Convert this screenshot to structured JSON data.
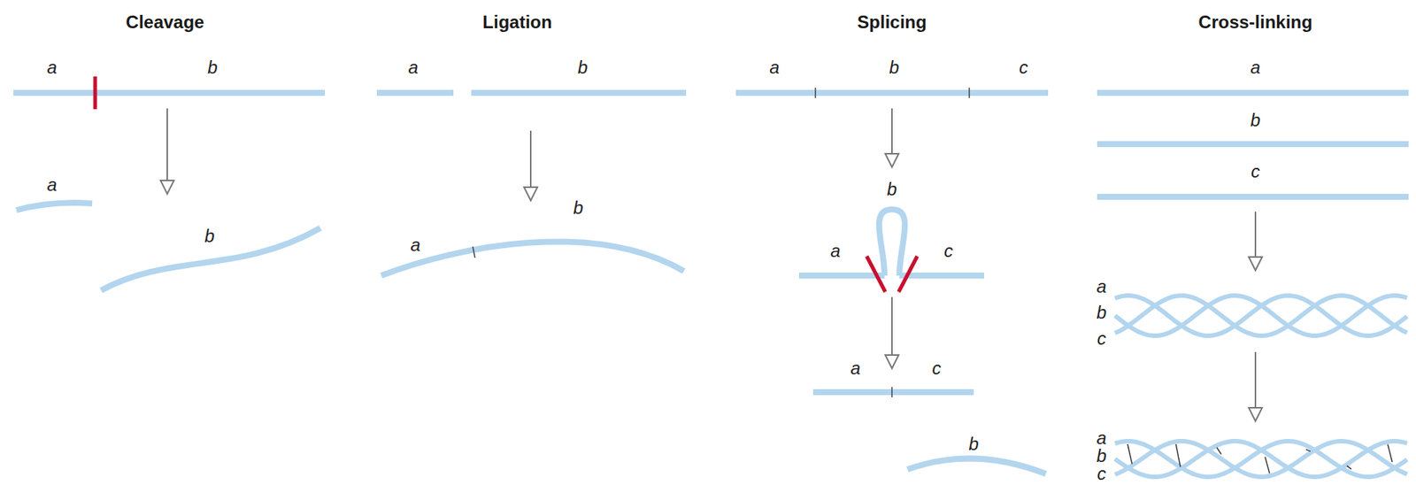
{
  "diagram": {
    "labels": [
      "Cleavage",
      "Ligation",
      "Splicing",
      "Cross-linking",
      "a",
      "b",
      "a",
      "b",
      "a",
      "b",
      "a",
      "b",
      "a",
      "b",
      "c",
      "b",
      "a",
      "c",
      "a",
      "c",
      "b",
      "a",
      "b",
      "c",
      "a",
      "b",
      "c",
      "a",
      "b",
      "c"
    ]
  }
}
